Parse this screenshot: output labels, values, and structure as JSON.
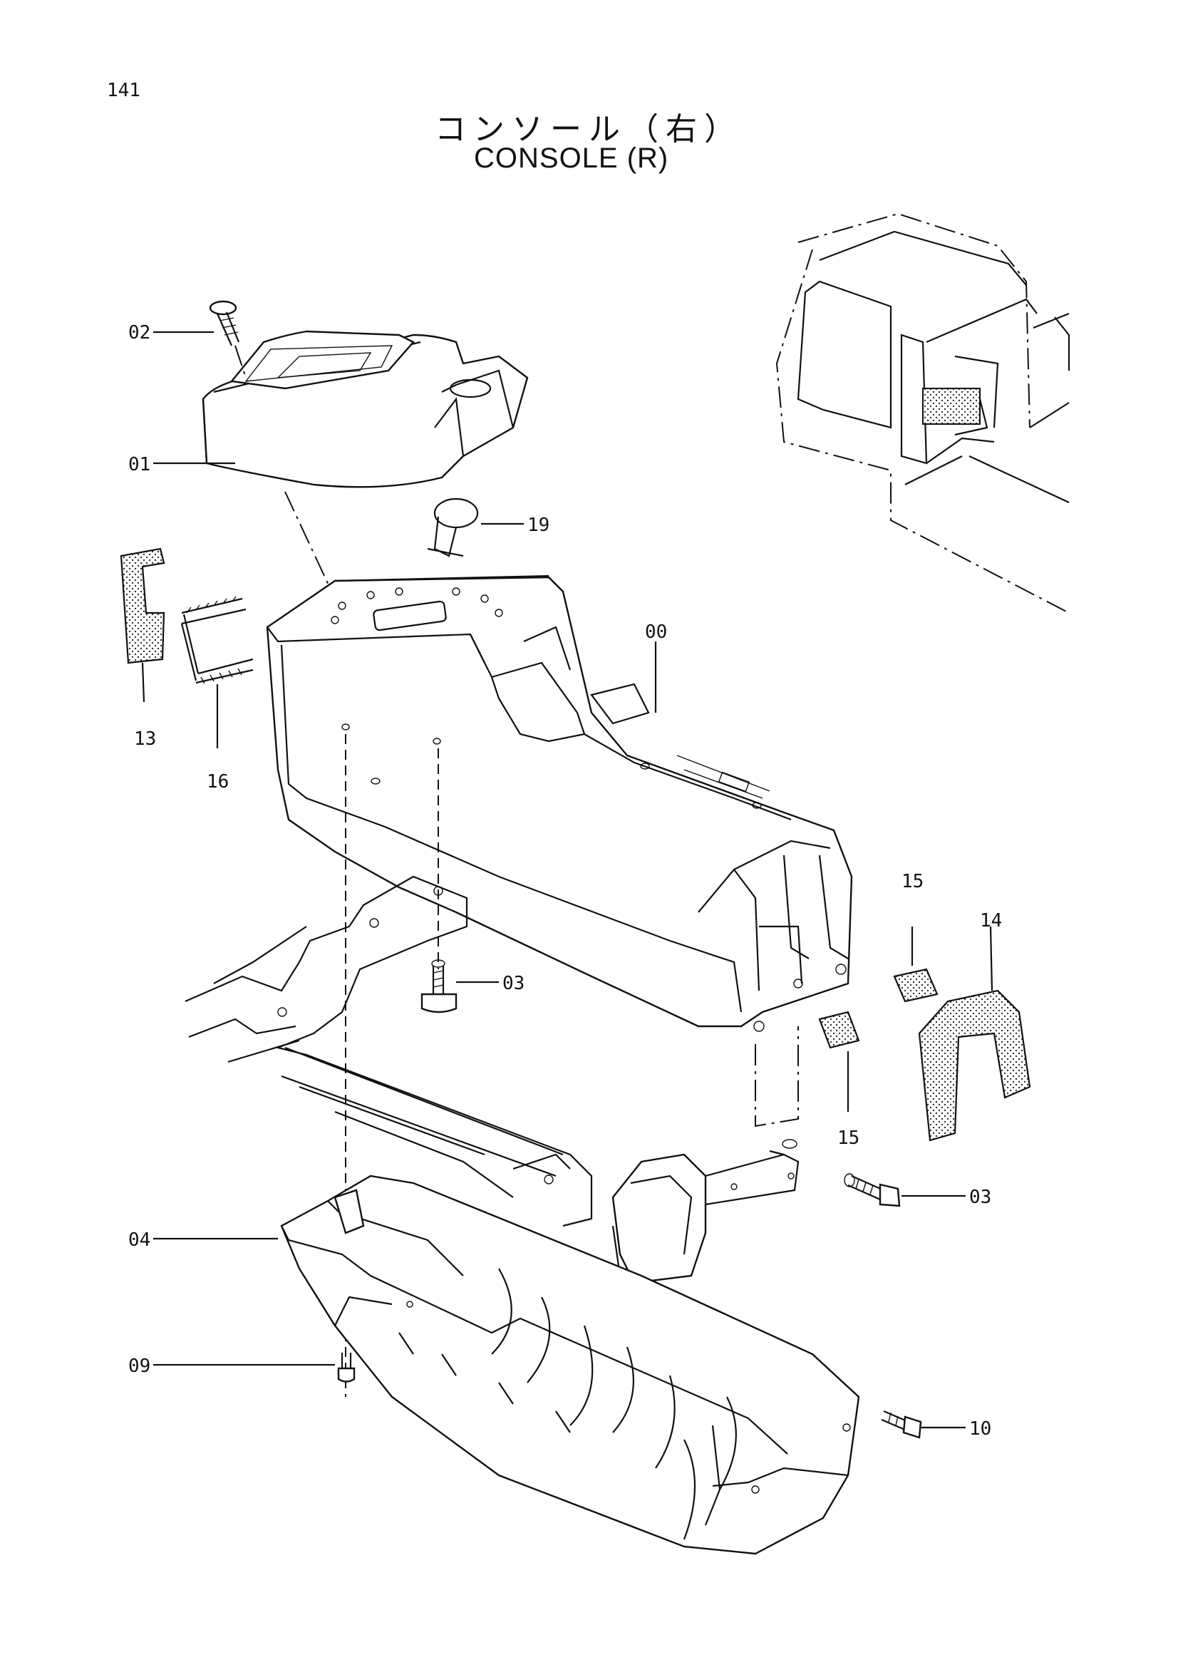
{
  "page": {
    "number": "141",
    "title_jp": "コンソール（右）",
    "title_en": "CONSOLE (R)"
  },
  "callouts": {
    "c00": "00",
    "c01": "01",
    "c02": "02",
    "c03a": "03",
    "c03b": "03",
    "c04": "04",
    "c09": "09",
    "c10": "10",
    "c13": "13",
    "c14": "14",
    "c15a": "15",
    "c15b": "15",
    "c16": "16",
    "c19": "19"
  }
}
